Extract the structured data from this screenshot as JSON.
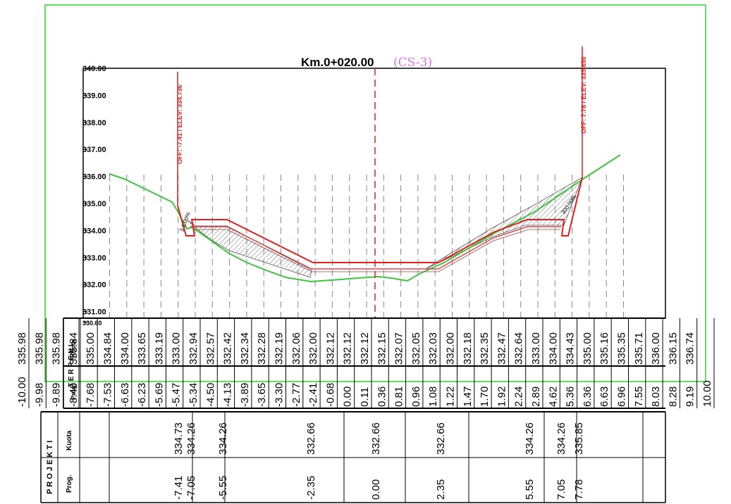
{
  "title": {
    "station": "Km.0+020.00",
    "tag": "(CS-3)"
  },
  "offsets": {
    "left": "OFF: -7.41 / ELEV: 334.736",
    "right": "OFF: 7.78 / ELEV: 335.850"
  },
  "slope_labels": {
    "left": "3:1.00%",
    "right": "300.00%"
  },
  "elevation_ticks": [
    "340.00",
    "339.00",
    "338.00",
    "337.00",
    "336.00",
    "335.00",
    "334.00",
    "333.00",
    "332.00",
    "331.00",
    "330.60"
  ],
  "terrain_band": {
    "section_label": "T E R R E N I",
    "kuota_label": "Kuota",
    "prog_label": "Prog.",
    "kuota": [
      "335.98",
      "335.98",
      "335.98",
      "335.84",
      "335.00",
      "334.84",
      "334.00",
      "333.65",
      "333.19",
      "333.00",
      "332.94",
      "332.57",
      "332.42",
      "332.34",
      "332.28",
      "332.19",
      "332.06",
      "332.00",
      "332.12",
      "332.12",
      "332.12",
      "332.15",
      "332.07",
      "332.05",
      "332.03",
      "332.00",
      "332.18",
      "332.35",
      "332.47",
      "332.64",
      "333.00",
      "334.00",
      "334.43",
      "335.00",
      "335.16",
      "335.35",
      "335.71",
      "336.00",
      "336.15",
      "336.74"
    ],
    "prog": [
      "-10.00",
      "-9.98",
      "-9.89",
      "-8.40",
      "-7.68",
      "-7.53",
      "-6.63",
      "-6.23",
      "-5.69",
      "-5.47",
      "-5.34",
      "-4.50",
      "-4.13",
      "-3.89",
      "-3.65",
      "-3.30",
      "-2.77",
      "-2.41",
      "-0.68",
      "0.00",
      "0.11",
      "0.36",
      "0.81",
      "0.96",
      "1.08",
      "1.22",
      "1.47",
      "1.70",
      "1.92",
      "2.24",
      "2.89",
      "4.62",
      "5.36",
      "6.36",
      "6.63",
      "6.96",
      "7.55",
      "8.03",
      "8.28",
      "9.19",
      "10.00"
    ]
  },
  "project_band": {
    "section_label": "P R O J E K T I",
    "kuota_label": "Kuota",
    "prog_label": "Prog.",
    "kuota": [
      "334.73",
      "334.26",
      "334.26",
      "332.66",
      "332.66",
      "332.66",
      "334.26",
      "334.26",
      "335.85"
    ],
    "prog": [
      "-7.41",
      "-7.05",
      "-5.55",
      "-2.35",
      "0.00",
      "2.35",
      "5.55",
      "7.05",
      "7.78"
    ]
  },
  "colors": {
    "ground": "#3ec43e",
    "design": "#e02020",
    "frame": "#22dd22",
    "tag": "#e070e0",
    "hatch": "#707070"
  }
}
